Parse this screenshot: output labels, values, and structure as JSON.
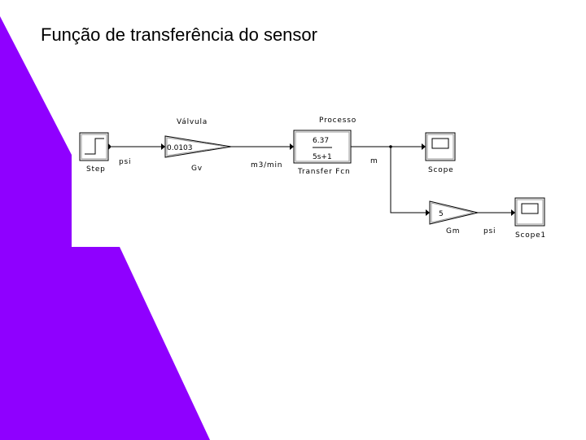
{
  "slide": {
    "title": "Função de transferência do sensor",
    "accent_color": "#8F00FF"
  },
  "diagram": {
    "blocks": {
      "step": {
        "name": "Step",
        "icon": "step-icon"
      },
      "valve": {
        "name": "Gv",
        "gain": "0.0103",
        "title": "Válvula"
      },
      "process": {
        "name": "Transfer Fcn",
        "title": "Processo",
        "numerator": "6.37",
        "denominator": "5s+1"
      },
      "scope": {
        "name": "Scope",
        "icon": "scope-icon"
      },
      "sensor": {
        "name": "Gm",
        "gain": "5"
      },
      "scope1": {
        "name": "Scope1",
        "icon": "scope-icon"
      }
    },
    "signals": {
      "step_out": "psi",
      "valve_out": "m3/min",
      "process_out": "m",
      "sensor_out": "psi"
    }
  }
}
